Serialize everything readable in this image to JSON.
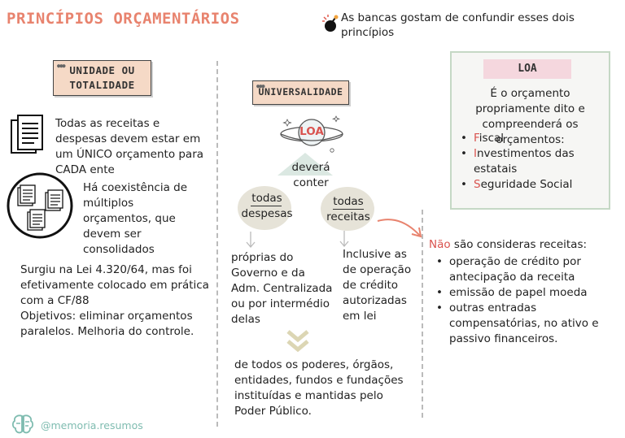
{
  "title": "PRINCÍPIOS ORÇAMENTÁRIOS",
  "note": {
    "icon": "bomb-icon",
    "text": "As bancas gostam de confundir esses dois princípios"
  },
  "unidade": {
    "label": "UNIDADE OU TOTALIDADE",
    "text1": "Todas as receitas e despesas devem estar em um ÚNICO orçamento para CADA ente",
    "text2": "Há coexistência de múltiplos orçamentos, que devem ser consolidados",
    "text3": "Surgiu na Lei 4.320/64, mas foi efetivamente colocado em prática com a CF/88",
    "text4": "Objetivos: eliminar orçamentos paralelos. Melhoria do controle."
  },
  "universalidade": {
    "label": "UNIVERSALIDADE",
    "planet_label": "LOA",
    "deve": "deverá conter",
    "despesas": "todas despesas",
    "receitas": "todas receitas",
    "despesas_text": "próprias do Governo e da Adm. Centralizada ou por intermédio delas",
    "receitas_text": "Inclusive as de operação de crédito autorizadas em lei",
    "poderes_text": "de todos os poderes, órgãos, entidades, fundos e fundações instituídas e mantidas pelo Poder Público."
  },
  "loa_panel": {
    "tag": "LOA",
    "text": "É o orçamento propriamente dito e compreenderá os orçamentos:",
    "items": [
      {
        "first": "F",
        "rest": "iscal"
      },
      {
        "first": "I",
        "rest": "nvestimentos das estatais"
      },
      {
        "first": "S",
        "rest": "eguridade Social"
      }
    ]
  },
  "nao_receitas": {
    "nao": "Não",
    "rest": " são consideras receitas:",
    "items": [
      "operação de crédito por antecipação da receita",
      "emissão de papel moeda",
      "outras entradas compensatórias, no ativo e passivo financeiros."
    ]
  },
  "footer": "@memoria.resumos",
  "colors": {
    "title": "#e8836e",
    "label_fill": "#f5d9c6",
    "loa_tag": "#f5d7de",
    "panel_border": "#c5d8c5",
    "accent_red": "#d9534f",
    "footer": "#7fbcb0"
  }
}
